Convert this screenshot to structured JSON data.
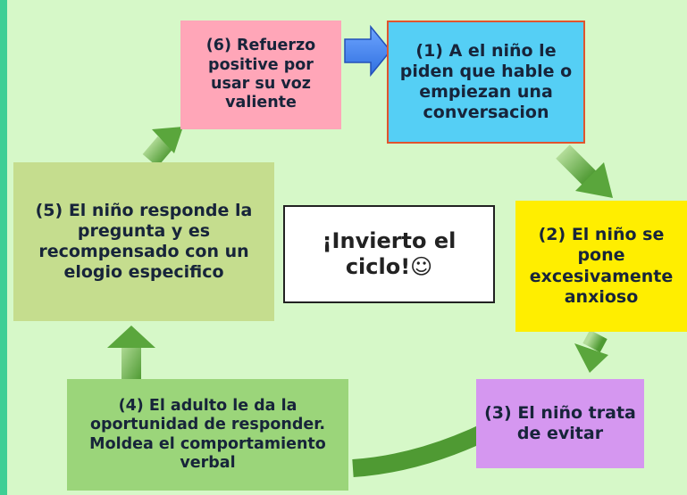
{
  "steps": [
    {
      "id": "1",
      "text": "(1) A el niño le piden que hable o empiezan una conversacion",
      "color": "#55cff5"
    },
    {
      "id": "2",
      "text": "(2) El niño se pone excesivamente anxioso",
      "color": "#ffee00"
    },
    {
      "id": "3",
      "text": "(3) El niño trata de evitar",
      "color": "#d597f0"
    },
    {
      "id": "4",
      "text": "(4) El adulto le da la oportunidad de responder. Moldea el comportamiento verbal",
      "color": "#9bd57a"
    },
    {
      "id": "5",
      "text": "(5) El niño responde la pregunta y es recompensado con un elogio especifico",
      "color": "#c5dd8e"
    },
    {
      "id": "6",
      "text": "(6) Refuerzo positive por usar su voz valiente",
      "color": "#ffa6b8"
    }
  ],
  "center": {
    "text": "¡Invierto el ciclo!☺"
  },
  "colors": {
    "arrow_green": "#5aa63c",
    "arrow_blue": "#3a7ff0",
    "background": "#d6f8c8",
    "frame": "#3fcf95"
  }
}
